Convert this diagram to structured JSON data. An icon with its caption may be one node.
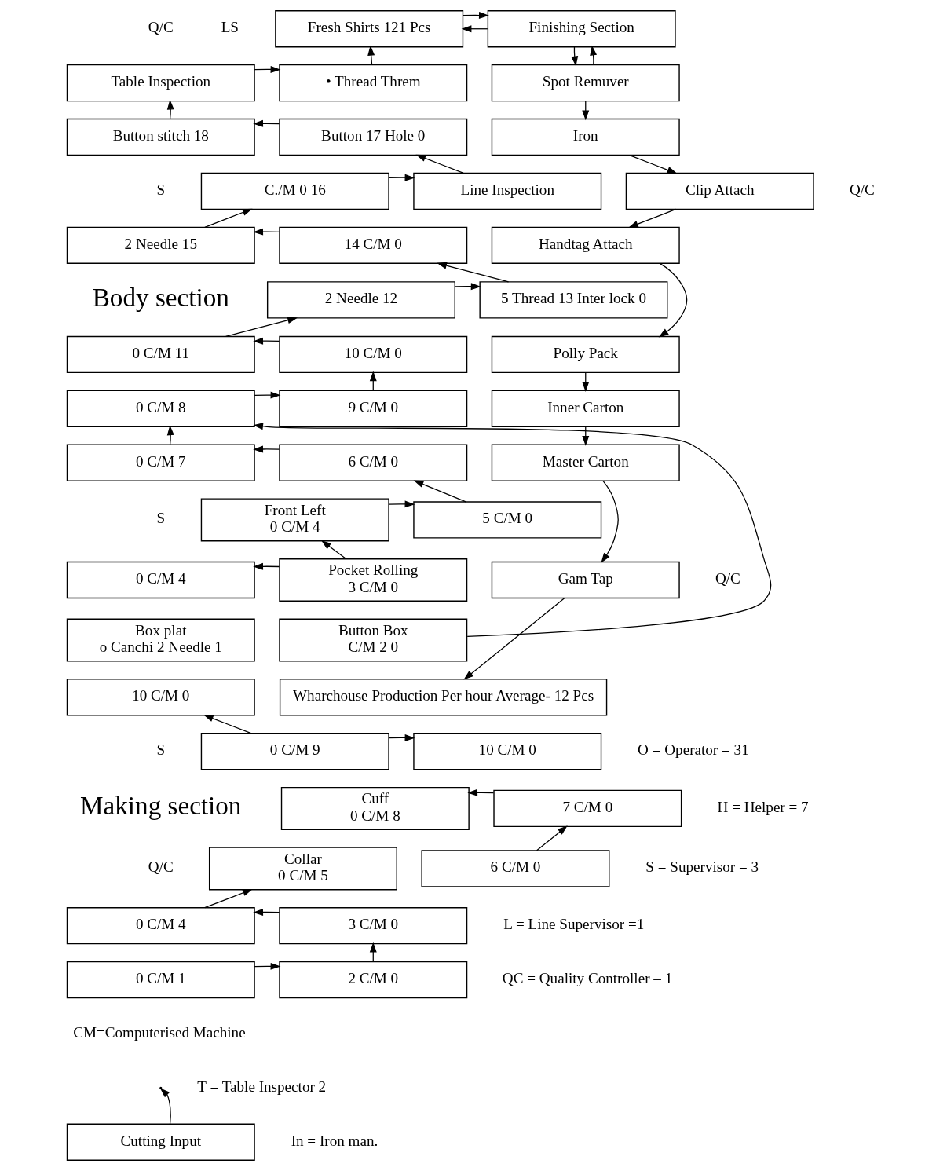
{
  "diagram": {
    "nodes": [
      {
        "text": [
          "Fresh Shirts 121 Pcs"
        ]
      },
      {
        "text": [
          "Finishing Section"
        ]
      },
      {
        "text": [
          "Table Inspection"
        ]
      },
      {
        "text": [
          "• Thread Threm"
        ]
      },
      {
        "text": [
          "Spot Remuver"
        ]
      },
      {
        "text": [
          "Button stitch 18"
        ]
      },
      {
        "text": [
          "Button 17 Hole 0"
        ]
      },
      {
        "text": [
          "Iron"
        ]
      },
      {
        "text": [
          "C./M 0 16"
        ]
      },
      {
        "text": [
          "Line Inspection"
        ]
      },
      {
        "text": [
          "Clip Attach"
        ]
      },
      {
        "text": [
          "2 Needle 15"
        ]
      },
      {
        "text": [
          "14 C/M 0"
        ]
      },
      {
        "text": [
          "Handtag Attach"
        ]
      },
      {
        "text": [
          "2 Needle 12"
        ]
      },
      {
        "text": [
          "5 Thread 13 Inter lock 0"
        ]
      },
      {
        "text": [
          "0 C/M 11"
        ]
      },
      {
        "text": [
          "10 C/M 0"
        ]
      },
      {
        "text": [
          "Polly Pack"
        ]
      },
      {
        "text": [
          "0 C/M 8"
        ]
      },
      {
        "text": [
          "9 C/M 0"
        ]
      },
      {
        "text": [
          "Inner Carton"
        ]
      },
      {
        "text": [
          "0 C/M 7"
        ]
      },
      {
        "text": [
          "6 C/M 0"
        ]
      },
      {
        "text": [
          "Master Carton"
        ]
      },
      {
        "text": [
          "Front Left",
          "0 C/M 4"
        ]
      },
      {
        "text": [
          "5 C/M 0"
        ]
      },
      {
        "text": [
          "0 C/M 4"
        ]
      },
      {
        "text": [
          "Pocket Rolling",
          "3 C/M 0"
        ]
      },
      {
        "text": [
          "Gam Tap"
        ]
      },
      {
        "text": [
          "Box plat",
          "o Canchi 2 Needle 1"
        ]
      },
      {
        "text": [
          "Button Box",
          "C/M 2 0"
        ]
      },
      {
        "text": [
          "Wharchouse Production Per hour Average- 12 Pcs"
        ]
      },
      {
        "text": [
          "10 C/M 0"
        ]
      },
      {
        "text": [
          "0 C/M 9"
        ]
      },
      {
        "text": [
          "10 C/M 0"
        ]
      },
      {
        "text": [
          "Cuff",
          "0 C/M 8"
        ]
      },
      {
        "text": [
          "7 C/M 0"
        ]
      },
      {
        "text": [
          "Collar",
          "0 C/M 5"
        ]
      },
      {
        "text": [
          "6 C/M 0"
        ]
      },
      {
        "text": [
          "0 C/M 4"
        ]
      },
      {
        "text": [
          "3 C/M 0"
        ]
      },
      {
        "text": [
          "0 C/M 1"
        ]
      },
      {
        "text": [
          "2 C/M 0"
        ]
      },
      {
        "text": [
          "Cutting Input"
        ]
      }
    ],
    "edges": [
      {
        "from": 3,
        "to": 0,
        "arrow": "to"
      },
      {
        "from": 1,
        "to": 0,
        "arrow": "to"
      },
      {
        "from": 0,
        "to": 1,
        "arrow": "to"
      },
      {
        "from": 1,
        "to": 4,
        "arrow": "to"
      },
      {
        "from": 4,
        "to": 1,
        "arrow": "to"
      },
      {
        "from": 2,
        "to": 3,
        "arrow": "to"
      },
      {
        "from": 6,
        "to": 5,
        "arrow": "to"
      },
      {
        "from": 5,
        "to": 2,
        "arrow": "to"
      },
      {
        "from": 8,
        "to": 9,
        "arrow": "to"
      },
      {
        "from": 9,
        "to": 6,
        "arrow": "to"
      },
      {
        "from": 11,
        "to": 8,
        "arrow": "to"
      },
      {
        "from": 12,
        "to": 11,
        "arrow": "to"
      },
      {
        "from": 15,
        "to": 12,
        "arrow": "to"
      },
      {
        "from": 14,
        "to": 15,
        "arrow": "to"
      },
      {
        "from": 16,
        "to": 14,
        "arrow": "to"
      },
      {
        "from": 17,
        "to": 16,
        "arrow": "to"
      },
      {
        "from": 20,
        "to": 17,
        "arrow": "to"
      },
      {
        "from": 19,
        "to": 20,
        "arrow": "to"
      },
      {
        "from": 22,
        "to": 19,
        "arrow": "to"
      },
      {
        "from": 23,
        "to": 22,
        "arrow": "to"
      },
      {
        "from": 26,
        "to": 23,
        "arrow": "to"
      },
      {
        "from": 25,
        "to": 26,
        "arrow": "to"
      },
      {
        "from": 28,
        "to": 25,
        "arrow": "to"
      },
      {
        "from": 28,
        "to": 27,
        "arrow": "to"
      },
      {
        "from": 31,
        "to": 19,
        "arrow": "to"
      },
      {
        "from": 4,
        "to": 7,
        "arrow": "to"
      },
      {
        "from": 7,
        "to": 10,
        "arrow": "to"
      },
      {
        "from": 10,
        "to": 13,
        "arrow": "to"
      },
      {
        "from": 13,
        "to": 18,
        "arrow": "to"
      },
      {
        "from": 18,
        "to": 21,
        "arrow": "to"
      },
      {
        "from": 21,
        "to": 24,
        "arrow": "to"
      },
      {
        "from": 24,
        "to": 29,
        "arrow": "to"
      },
      {
        "from": 29,
        "to": 32,
        "arrow": "to"
      },
      {
        "from": 34,
        "to": 33,
        "arrow": "to"
      },
      {
        "from": 34,
        "to": 35,
        "arrow": "to"
      },
      {
        "from": 37,
        "to": 36,
        "arrow": "to"
      },
      {
        "from": 39,
        "to": 37,
        "arrow": "to"
      },
      {
        "from": 40,
        "to": 38,
        "arrow": "to"
      },
      {
        "from": 41,
        "to": 40,
        "arrow": "to"
      },
      {
        "from": 43,
        "to": 41,
        "arrow": "to"
      },
      {
        "from": 42,
        "to": 43,
        "arrow": "to"
      },
      {
        "from": 44,
        "to": null,
        "arrow": "to"
      }
    ],
    "labels": [
      "Q/C",
      "LS",
      "Q/C",
      "S",
      "Body section",
      "S",
      "Q/C",
      "S",
      "Making section",
      "Q/C",
      "O = Operator = 31",
      "H = Helper = 7",
      "S = Supervisor = 3",
      "L = Line Supervisor =1",
      "QC = Quality Controller – 1",
      "CM=Computerised Machine",
      "T = Table Inspector 2",
      "In = Iron man."
    ]
  }
}
